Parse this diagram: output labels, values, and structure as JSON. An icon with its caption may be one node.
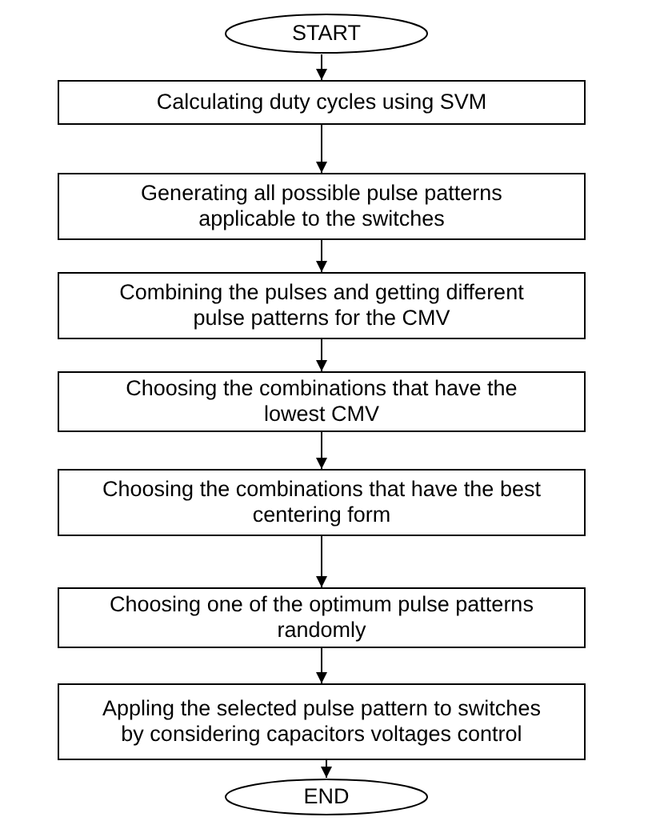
{
  "diagram": {
    "nodes": [
      {
        "text": [
          "START"
        ]
      },
      {
        "text": [
          "Calculating duty cycles using SVM"
        ]
      },
      {
        "text": [
          "Generating all possible pulse patterns applicable to the switches"
        ]
      },
      {
        "text": [
          "Combining the pulses and getting different pulse patterns for the CMV"
        ]
      },
      {
        "text": [
          "Choosing the combinations that have the lowest CMV"
        ]
      },
      {
        "text": [
          "Choosing the combinations that have the best centering form"
        ]
      },
      {
        "text": [
          "Choosing one of the optimum pulse patterns randomly"
        ]
      },
      {
        "text": [
          "Appling the selected pulse pattern to switches by considering capacitors voltages control"
        ]
      },
      {
        "text": [
          "END"
        ]
      }
    ],
    "edges": [
      {
        "from": 0,
        "to": 1,
        "arrow": "to"
      },
      {
        "from": 1,
        "to": 2,
        "arrow": "to"
      },
      {
        "from": 2,
        "to": 3,
        "arrow": "to"
      },
      {
        "from": 3,
        "to": 4,
        "arrow": "to"
      },
      {
        "from": 4,
        "to": 5,
        "arrow": "to"
      },
      {
        "from": 5,
        "to": 6,
        "arrow": "to"
      },
      {
        "from": 6,
        "to": 7,
        "arrow": "to"
      },
      {
        "from": 7,
        "to": 8,
        "arrow": "to"
      }
    ]
  }
}
